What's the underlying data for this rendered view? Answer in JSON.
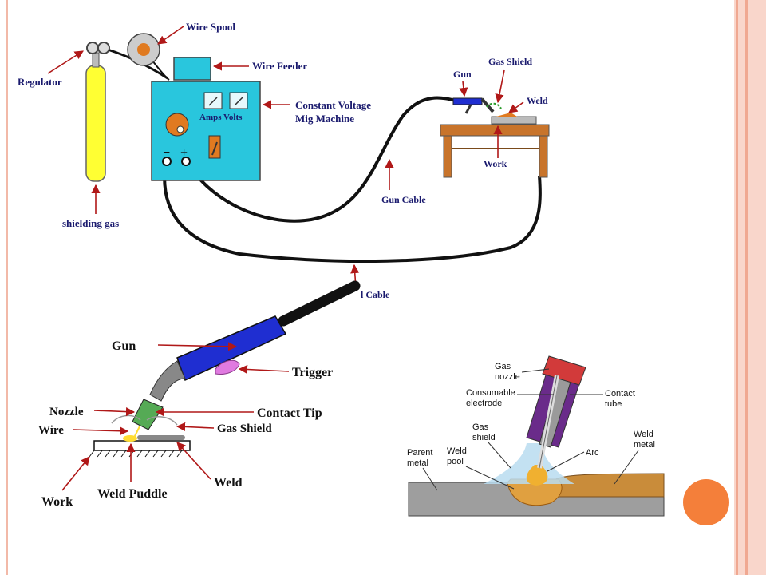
{
  "colors": {
    "frame_rule": "#f2b9a8",
    "band": "#f9d6cb",
    "band_stripe": "#f0a891",
    "dot": "#f47f3a",
    "machine": "#29c6dd",
    "cylinder": "#ffff33",
    "arrow": "#b01818",
    "label": "#1a1a6e",
    "gun_blue": "#1f2ed1",
    "trigger": "#e07ae0",
    "nozzle_red": "#d23a3a",
    "electrode_purple": "#6a2b8a",
    "weld_metal": "#c98c3a",
    "parent_metal": "#9e9e9e",
    "arc": "#f0b030"
  },
  "top_diagram": {
    "labels": {
      "wire_spool": "Wire Spool",
      "wire_feeder": "Wire Feeder",
      "regulator": "Regulator",
      "constant_voltage_line1": "Constant Voltage",
      "constant_voltage_line2": "Mig Machine",
      "amps": "Amps",
      "volts": "Volts",
      "shielding_gas": "shielding gas",
      "gun": "Gun",
      "gas_shield": "Gas Shield",
      "weld": "Weld",
      "work": "Work",
      "gun_cable": "Gun Cable",
      "ground_cable": "l Cable",
      "minus": "−",
      "plus": "+"
    }
  },
  "gun_diagram": {
    "labels": {
      "gun": "Gun",
      "trigger": "Trigger",
      "nozzle": "Nozzle",
      "contact_tip": "Contact Tip",
      "wire": "Wire",
      "gas_shield": "Gas Shield",
      "work": "Work",
      "weld_puddle": "Weld Puddle",
      "weld": "Weld"
    }
  },
  "section_diagram": {
    "labels": {
      "gas_nozzle_1": "Gas",
      "gas_nozzle_2": "nozzle",
      "consumable_1": "Consumable",
      "consumable_2": "electrode",
      "contact_tube_1": "Contact",
      "contact_tube_2": "tube",
      "gas_shield_1": "Gas",
      "gas_shield_2": "shield",
      "weld_pool_1": "Weld",
      "weld_pool_2": "pool",
      "parent_metal_1": "Parent",
      "parent_metal_2": "metal",
      "arc": "Arc",
      "weld_metal_1": "Weld",
      "weld_metal_2": "metal"
    }
  }
}
